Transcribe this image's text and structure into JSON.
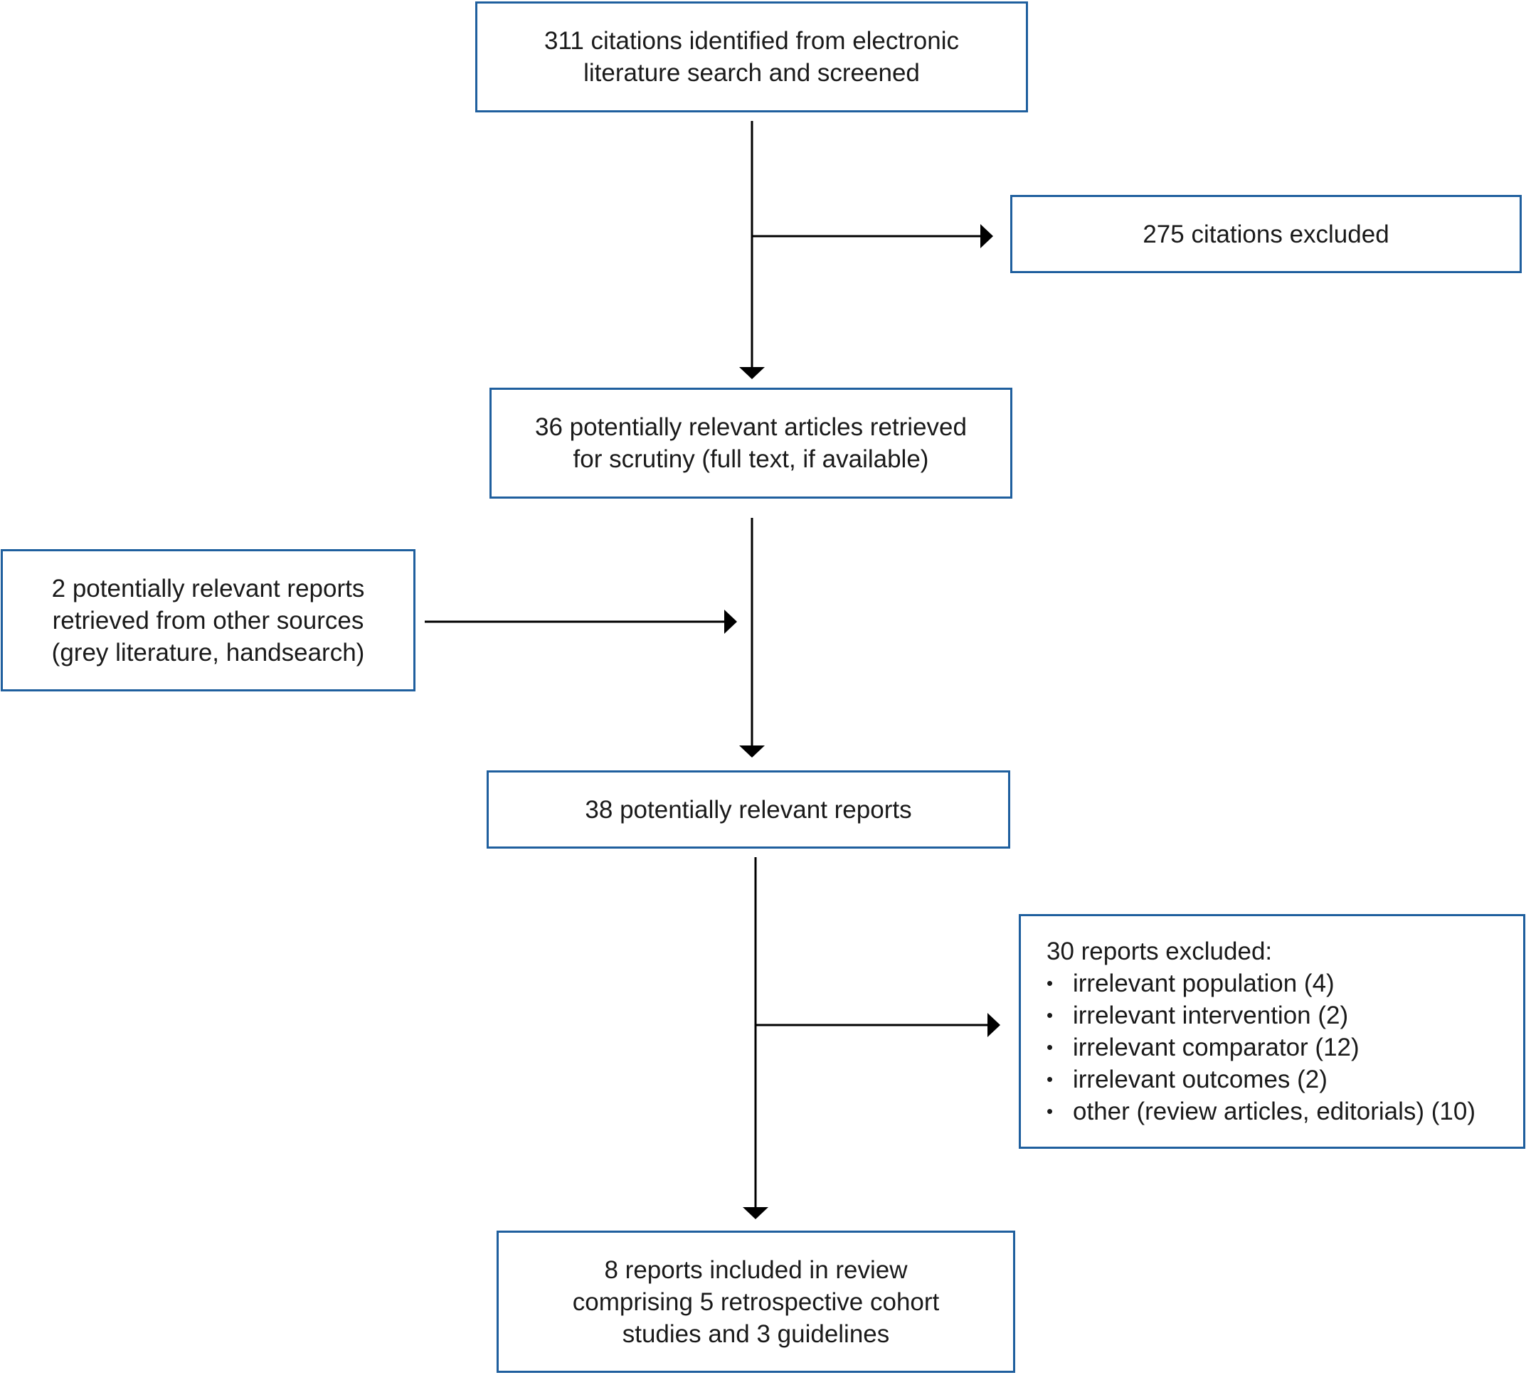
{
  "diagram": {
    "box_border_color": "#1f5f9e",
    "arrow_color": "#000000",
    "boxes": {
      "identified": {
        "lines": [
          "311 citations identified from electronic",
          "literature search and screened"
        ]
      },
      "excluded_citations": {
        "lines": [
          "275 citations excluded"
        ]
      },
      "retrieved": {
        "lines": [
          "36 potentially relevant articles retrieved",
          "for scrutiny (full text, if available)"
        ]
      },
      "other_sources": {
        "lines": [
          "2 potentially relevant reports",
          "retrieved from other sources",
          "(grey literature, handsearch)"
        ]
      },
      "relevant_reports": {
        "lines": [
          "38 potentially relevant reports"
        ]
      },
      "excluded_reports": {
        "heading": "30 reports excluded:",
        "items": [
          "irrelevant population (4)",
          "irrelevant intervention (2)",
          "irrelevant comparator (12)",
          "irrelevant outcomes (2)",
          "other (review articles, editorials) (10)"
        ]
      },
      "included": {
        "lines": [
          "8 reports included in review",
          "comprising 5 retrospective cohort",
          "studies and 3 guidelines"
        ]
      }
    }
  }
}
